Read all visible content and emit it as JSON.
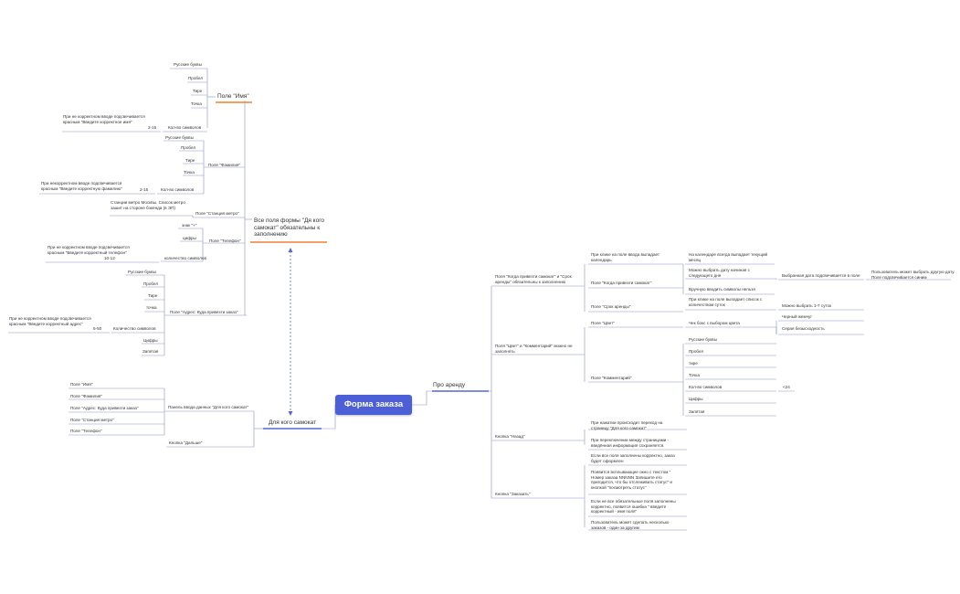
{
  "diagram": {
    "root": "Форма заказа",
    "branch_for_whom": {
      "title": "Для кого самокат",
      "panel": "Панель ввода данных \"Для кого самокат\"",
      "fields": [
        "Поле \"Имя\"",
        "Поле \"Фамилия\"",
        "Поле \"Адрес: Куда привезти заказ\"",
        "Поле \"Станция метро\"",
        "Поле \"Телефон\""
      ],
      "next_button": "Кнопка \"Дальше\"",
      "required_note": "Все поля формы \"Дя кого самокат\" обязательны к заполнению",
      "name": {
        "title": "Поле \"Имя\"",
        "items": [
          "Русские буквы",
          "Пробел",
          "Тире",
          "Точка"
        ],
        "count": "Кол-во символов",
        "range": "2-15",
        "error": "При не корректном вводе подсвечивается красным \"Введите корректное имя\""
      },
      "surname": {
        "title": "Поле \"Фамилия\"",
        "items": [
          "Русские буквы",
          "Пробел",
          "Тире",
          "Точка"
        ],
        "count": "Кол-во символов",
        "range": "2-15",
        "error": "При некорректном вводе подсвечивается красным \"Введите корректную фамилию\""
      },
      "metro": {
        "title": "Поле \"Станция метро\"",
        "note": "Станции метро Москвы. Список метро зашит на стороне бэкенда (в ЭП)"
      },
      "phone": {
        "title": "Поле \"Телефон\"",
        "items": [
          "знак \"+\"",
          "цифры"
        ],
        "count": "количество символов",
        "range": "10-12",
        "error": "При не корректном вводе подсвечивается красным \"Введите корректный телефон\""
      },
      "address": {
        "title": "Поле \"Адрес: Куда привезти заказ\"",
        "items": [
          "Русские буквы",
          "Пробел",
          "Тире",
          "точка",
          "Цифры",
          "Запятая"
        ],
        "count": "Количество символов",
        "range": "5-50",
        "error": "При не корректном вводе подсвечивается красным \"Введите корректный адрес\""
      }
    },
    "branch_rent": {
      "title": "Про аренду",
      "required_group": "Поля \"Когда привезти самокат\" и \"Срок аренды\" обязательны к заполнению",
      "when_field": "Поле \"Когда привезти самокат\"",
      "when_calendar": "При клике на поле ввода выпадает календарь",
      "calendar_note": "На календаре всегда выпадает текущий месяц",
      "date_choice": "Можно выбрать дату начиная с следующего дня",
      "date_highlight": "Выбранная дата подсвечивается в поле",
      "date_other": "Пользователь может выбрать другую дату. Поле подсвечивается синим",
      "manual_input": "Вручную вводить символы нельзя",
      "term_field": "Поле \"Срок аренды\"",
      "term_list": "При клике на поле выпадает список с количеством суток",
      "term_choice": "Можно выбрать 1-7 суток",
      "optional_group": "Поля \"Цвет\" и \"Комментарий\" можно не заполнять",
      "color_field": "Поле \"Цвет\"",
      "color_checkbox": "Чек бокс с выбором цвета",
      "colors": [
        "Черный жемчуг",
        "Серая безысходность"
      ],
      "comment_field": "Поле \"Комментарий\"",
      "comment_items": [
        "Русские буквы",
        "Пробел",
        "тире",
        "Точка",
        "Кол-во символов",
        "Цифры",
        "Запятая"
      ],
      "comment_range": "<24",
      "back_button": "Кнопка \"Назад\"",
      "back_notes": [
        "При нажатии происходит переход на страницу \"Для кого самокат\"",
        "При переключении между страницами - введённая информация сохраняется."
      ],
      "order_button": "Кнопка \"Заказать\"",
      "order_notes": [
        "Если все поля заполнены корректно, заказ будет оформлен",
        "Появится всплывающее окно с текстом \" Номер заказа NNNNN Запишите его пригодится, что бы отслеживать статус\" и кнопкой \"посмотреть статус\"",
        "Если не все обязательные поля заполнены корректно, появится ошибка \" введите корректный - имя поля\"",
        "Пользователь может сделать несколько заказов - один за другим"
      ]
    }
  },
  "colors": {
    "root": "#4c5fd6",
    "accent_blue": "#5468d4",
    "accent_orange": "#f08030",
    "line": "#7a86c8"
  }
}
